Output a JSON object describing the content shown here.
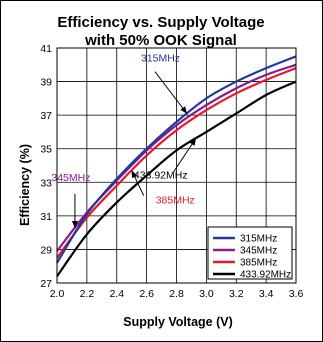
{
  "chart_data": {
    "type": "line",
    "title_line1": "Efficiency vs. Supply Voltage",
    "title_line2": "with 50% OOK Signal",
    "xlabel": "Supply Voltage (V)",
    "ylabel": "Efficiency (%)",
    "xlim": [
      2.0,
      3.6
    ],
    "ylim": [
      27,
      41
    ],
    "xticks": [
      2.0,
      2.2,
      2.4,
      2.6,
      2.8,
      3.0,
      3.2,
      3.4,
      3.6
    ],
    "yticks": [
      27,
      29,
      31,
      33,
      35,
      37,
      39,
      41
    ],
    "xtick_labels": [
      "2.0",
      "2.2",
      "2.4",
      "2.6",
      "2.8",
      "3.0",
      "3.2",
      "3.4",
      "3.6"
    ],
    "ytick_labels": [
      "27",
      "29",
      "31",
      "33",
      "35",
      "37",
      "39",
      "41"
    ],
    "grid": true,
    "legend_position": "bottom-right",
    "series": [
      {
        "name": "315MHz",
        "color": "#1f3a9e",
        "x": [
          2.0,
          2.2,
          2.4,
          2.6,
          2.8,
          3.0,
          3.2,
          3.4,
          3.6
        ],
        "y": [
          28.2,
          31.1,
          33.2,
          35.0,
          36.6,
          38.0,
          39.0,
          39.8,
          40.5
        ]
      },
      {
        "name": "345MHz",
        "color": "#8b1a8b",
        "x": [
          2.0,
          2.2,
          2.4,
          2.6,
          2.8,
          3.0,
          3.2,
          3.4,
          3.6
        ],
        "y": [
          28.9,
          31.2,
          33.1,
          34.9,
          36.4,
          37.6,
          38.6,
          39.4,
          40.0
        ]
      },
      {
        "name": "385MHz",
        "color": "#e8192c",
        "x": [
          2.0,
          2.2,
          2.4,
          2.6,
          2.8,
          3.0,
          3.2,
          3.4,
          3.6
        ],
        "y": [
          28.5,
          30.9,
          32.8,
          34.6,
          36.1,
          37.3,
          38.3,
          39.1,
          39.8
        ]
      },
      {
        "name": "433.92MHz",
        "color": "#000000",
        "x": [
          2.0,
          2.2,
          2.4,
          2.6,
          2.8,
          3.0,
          3.2,
          3.4,
          3.6
        ],
        "y": [
          27.4,
          29.9,
          31.8,
          33.4,
          34.9,
          36.0,
          37.1,
          38.2,
          39.0
        ]
      }
    ],
    "annotations": [
      {
        "text": "315MHz",
        "color": "#1f3a9e",
        "series": 0,
        "x": 2.87
      },
      {
        "text": "345MHz",
        "color": "#8b1a8b",
        "series": 1,
        "x": 2.12
      },
      {
        "text": "385MHz",
        "color": "#e8192c",
        "series": 2,
        "x": 2.5
      },
      {
        "text": "433.92MHz",
        "color": "#000000",
        "series": 3,
        "x": 2.93
      }
    ]
  }
}
